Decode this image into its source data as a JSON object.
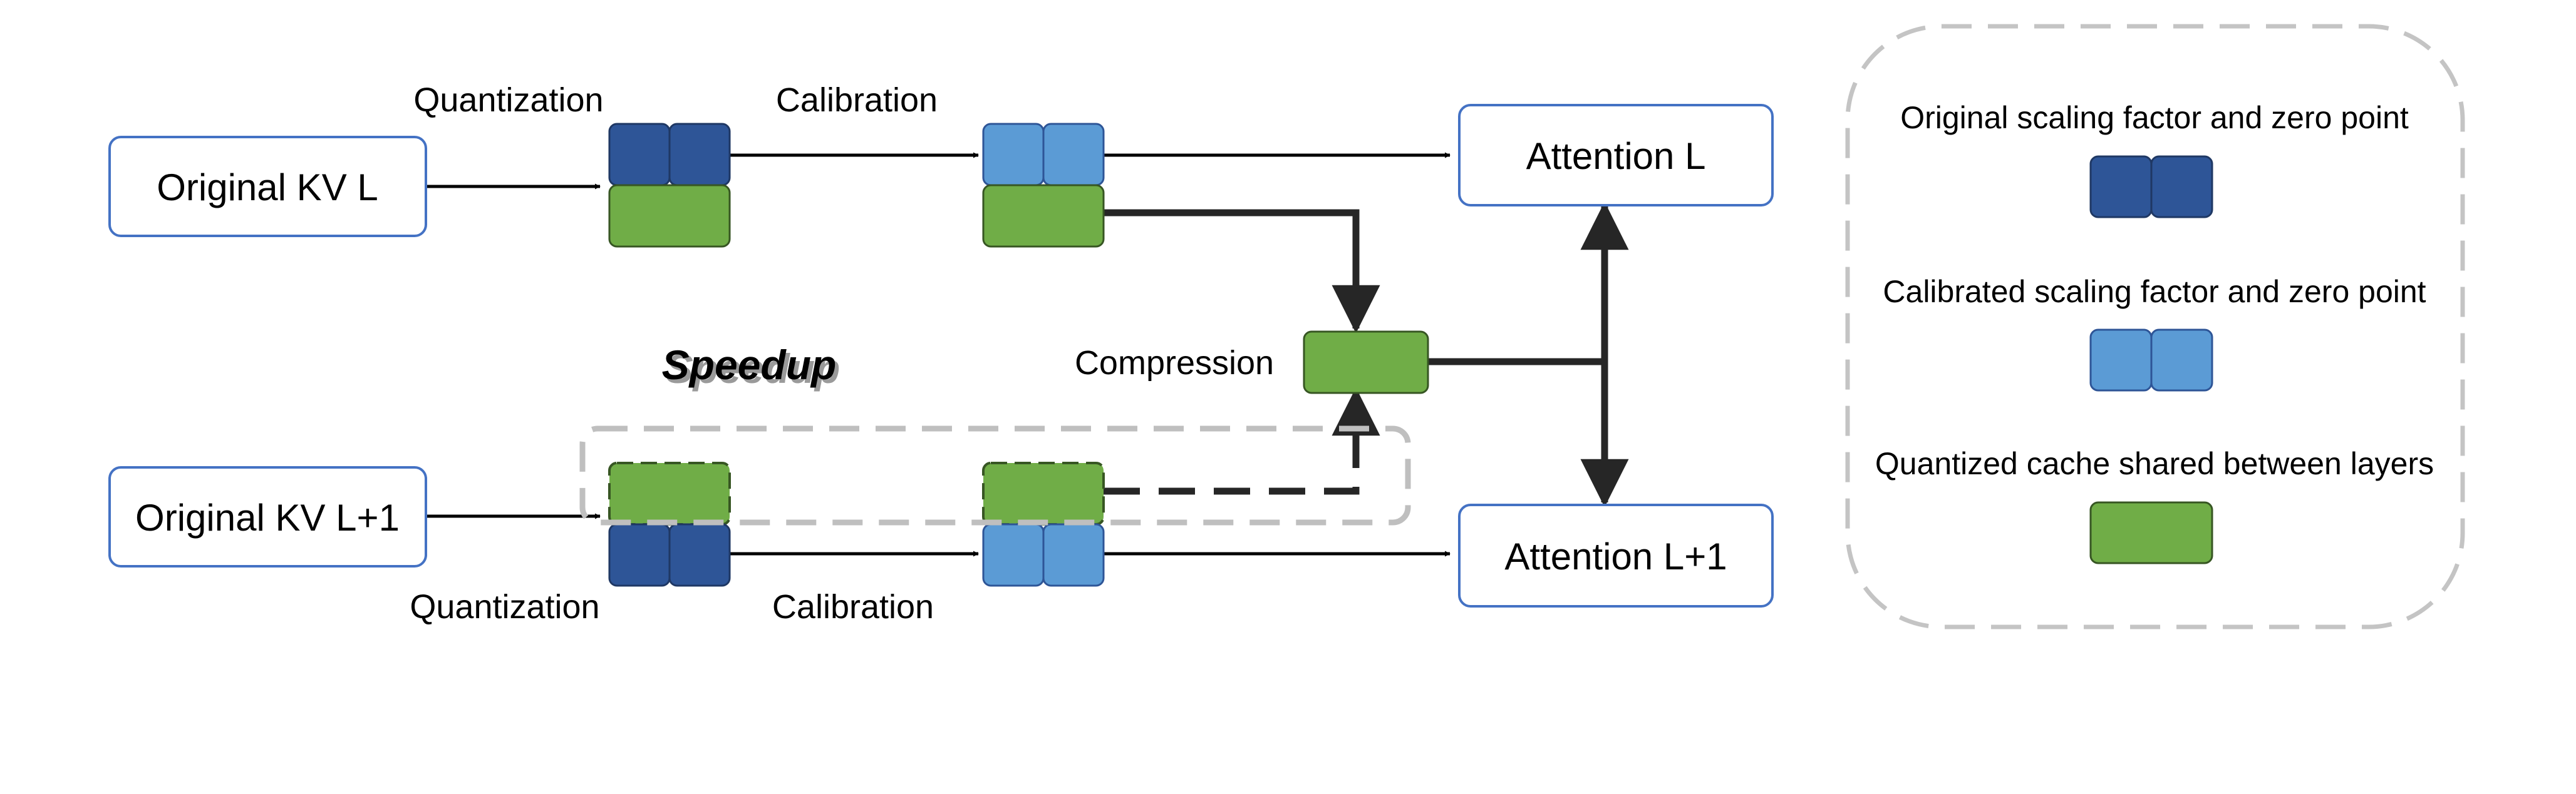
{
  "colors": {
    "dark_blue": "#2E5597",
    "light_blue": "#5B9BD5",
    "green": "#70AD47",
    "box_border": "#4472C4",
    "arrow": "#000000",
    "thick_arrow": "#262626",
    "dashed_border": "#BFBFBF",
    "legend_border": "#C4C4C4"
  },
  "nodes": {
    "original_kv_l": "Original KV L",
    "original_kv_l1": "Original KV L+1",
    "attention_l": "Attention L",
    "attention_l1": "Attention L+1"
  },
  "labels": {
    "quantization_top": "Quantization",
    "calibration_top": "Calibration",
    "quantization_bottom": "Quantization",
    "calibration_bottom": "Calibration",
    "compression": "Compression",
    "speedup": "Speedup"
  },
  "legend": {
    "items": [
      {
        "label": "Original scaling factor and zero point",
        "kind": "dark-blue-pair"
      },
      {
        "label": "Calibrated scaling factor and zero point",
        "kind": "light-blue-pair"
      },
      {
        "label": "Quantized cache shared between layers",
        "kind": "green-block"
      }
    ]
  }
}
